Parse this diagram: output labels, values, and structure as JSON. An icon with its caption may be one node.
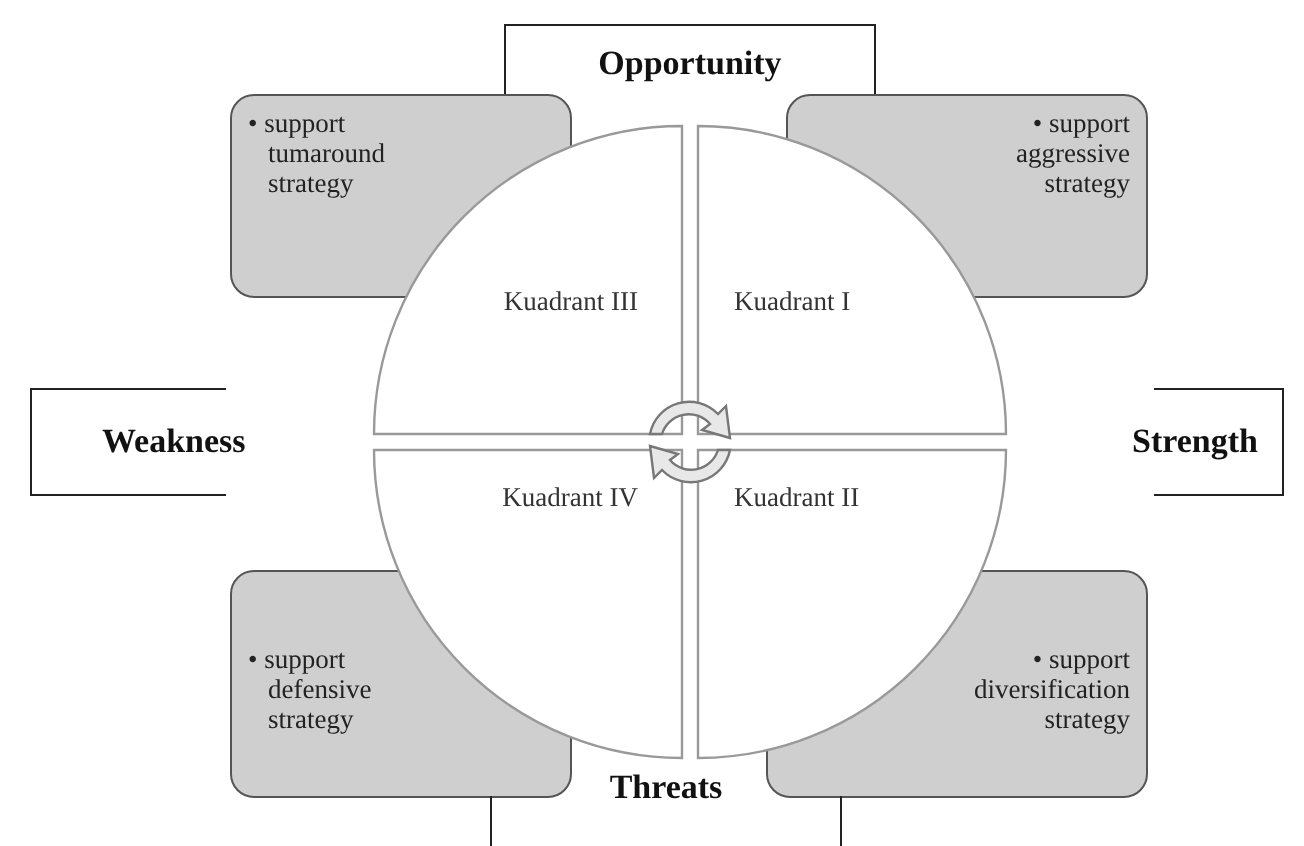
{
  "diagram": {
    "nodes": [
      {
        "text": [
          "Opportunity"
        ]
      },
      {
        "text": [
          "• support tumaround strategy"
        ]
      },
      {
        "text": [
          "• support aggressive strategy"
        ]
      },
      {
        "text": [
          "Kuadrant III"
        ]
      },
      {
        "text": [
          "Kuadrant I"
        ]
      },
      {
        "text": [
          "Weakness"
        ]
      },
      {
        "text": [
          "Strength"
        ]
      },
      {
        "text": [
          "Kuadrant IV"
        ]
      },
      {
        "text": [
          "Kuadrant II"
        ]
      },
      {
        "text": [
          "• support defensive strategy"
        ]
      },
      {
        "text": [
          "• support diversification strategy"
        ]
      },
      {
        "text": [
          "Threats"
        ]
      }
    ],
    "edges": []
  }
}
